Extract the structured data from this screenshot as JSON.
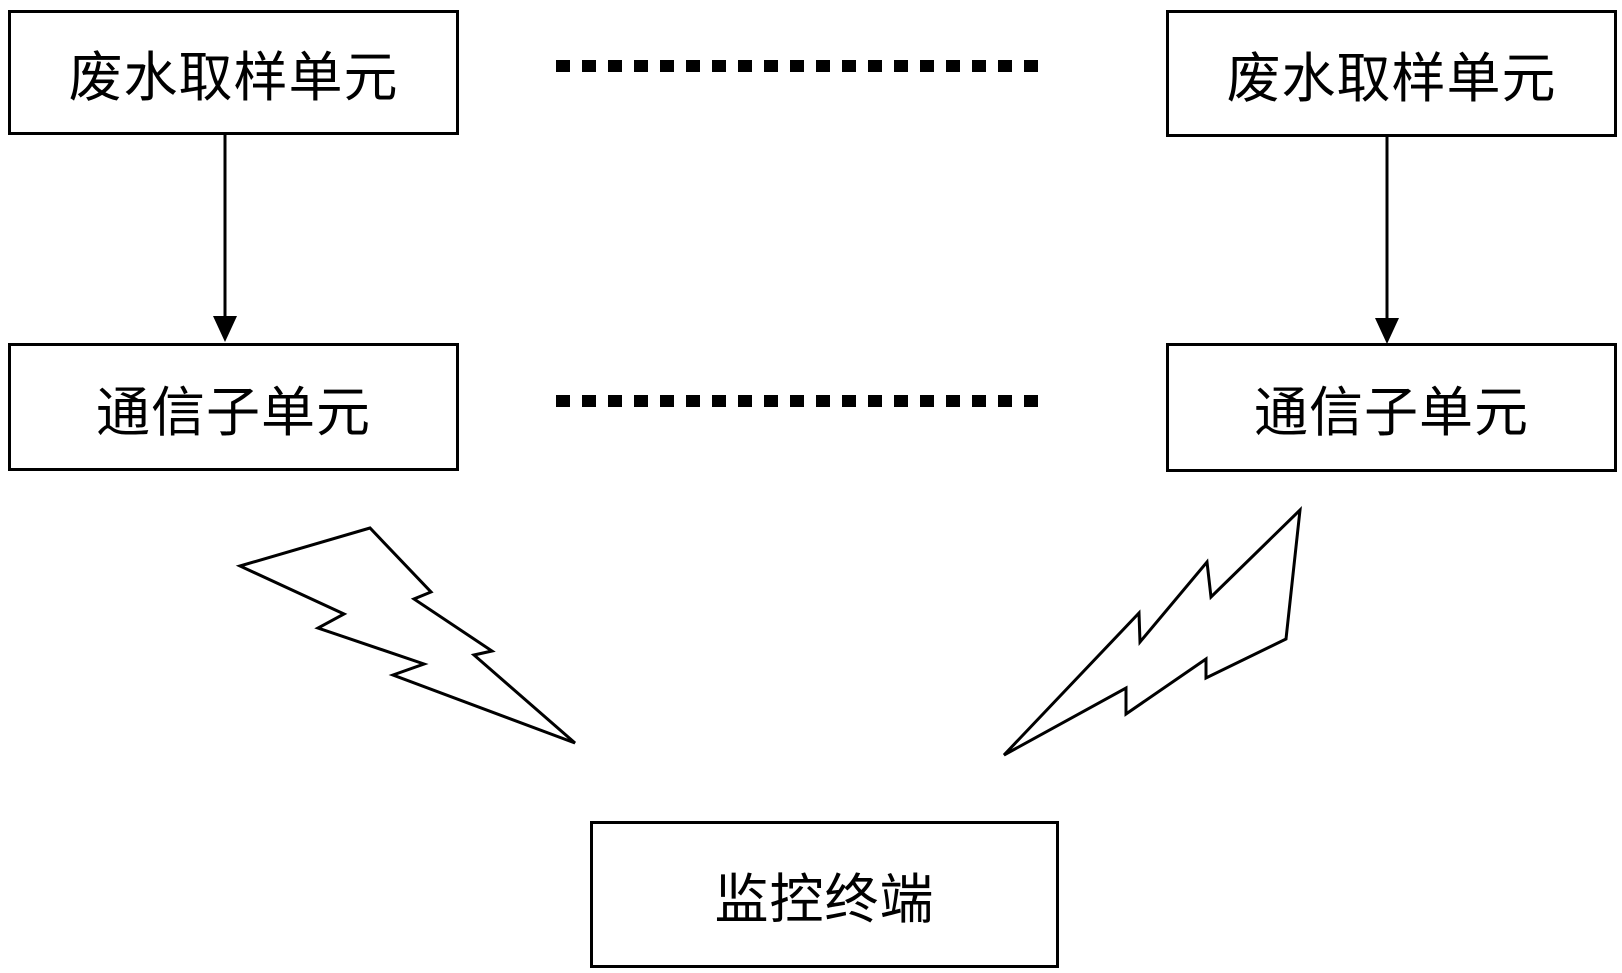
{
  "nodes": {
    "sampling_unit_left": "废水取样单元",
    "sampling_unit_right": "废水取样单元",
    "comm_subunit_left": "通信子单元",
    "comm_subunit_right": "通信子单元",
    "monitoring_terminal": "监控终端"
  },
  "edges": [
    {
      "from": "sampling_unit_left",
      "to": "comm_subunit_left",
      "type": "arrow"
    },
    {
      "from": "sampling_unit_right",
      "to": "comm_subunit_right",
      "type": "arrow"
    },
    {
      "from": "comm_subunit_left",
      "to": "monitoring_terminal",
      "type": "wireless"
    },
    {
      "from": "comm_subunit_right",
      "to": "monitoring_terminal",
      "type": "wireless"
    }
  ],
  "ellipsis_rows": [
    "sampling_units",
    "comm_subunits"
  ],
  "colors": {
    "stroke": "#000000",
    "background": "#ffffff"
  }
}
